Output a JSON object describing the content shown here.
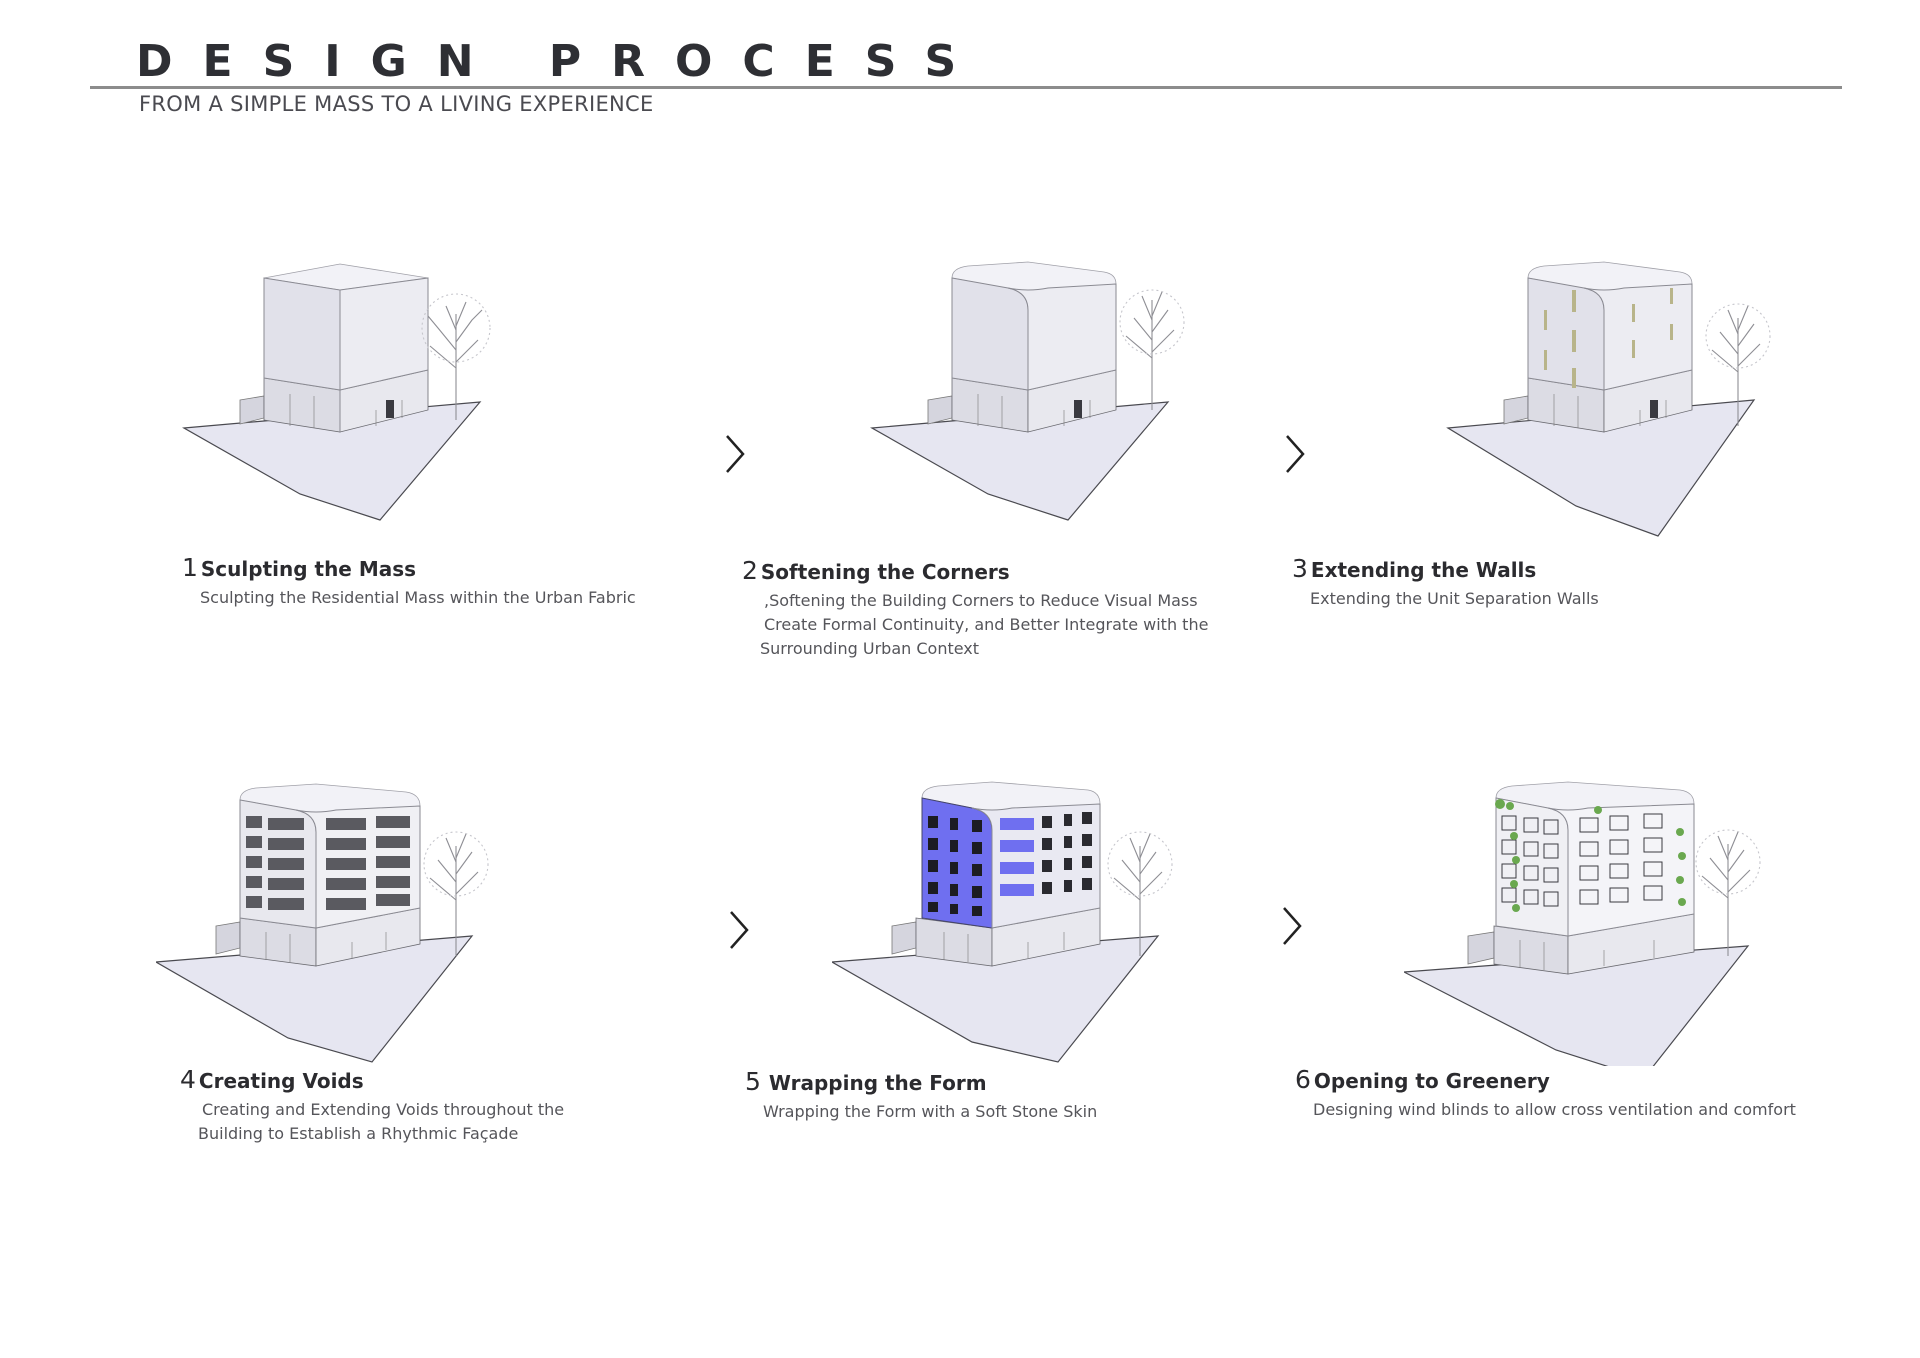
{
  "header": {
    "title": "DESIGN PROCESS",
    "subtitle": "FROM A SIMPLE MASS TO A LIVING EXPERIENCE"
  },
  "colors": {
    "mass": "#e3e3ea",
    "skin_accent": "#6f6ff0",
    "void": "#5a5a60",
    "greenery": "#6aa84f"
  },
  "steps": [
    {
      "number": "1",
      "title": "Sculpting the Mass",
      "description": [
        "Sculpting the Residential Mass within the Urban Fabric"
      ]
    },
    {
      "number": "2",
      "title": "Softening the Corners",
      "description": [
        ",Softening the Building Corners to Reduce Visual Mass",
        "Create Formal Continuity, and Better Integrate with the",
        "Surrounding Urban Context"
      ]
    },
    {
      "number": "3",
      "title": "Extending the Walls",
      "description": [
        "Extending the Unit Separation Walls"
      ]
    },
    {
      "number": "4",
      "title": "Creating Voids",
      "description": [
        "Creating and Extending Voids throughout the",
        "Building to Establish a Rhythmic Façade"
      ]
    },
    {
      "number": "5",
      "title": "Wrapping the Form",
      "description": [
        "Wrapping the Form with a Soft Stone Skin"
      ]
    },
    {
      "number": "6",
      "title": "Opening to Greenery",
      "description": [
        "Designing wind blinds to allow cross ventilation and comfort"
      ]
    }
  ],
  "icons": {
    "arrow": "chevron-right-icon",
    "tree": "tree-icon"
  }
}
